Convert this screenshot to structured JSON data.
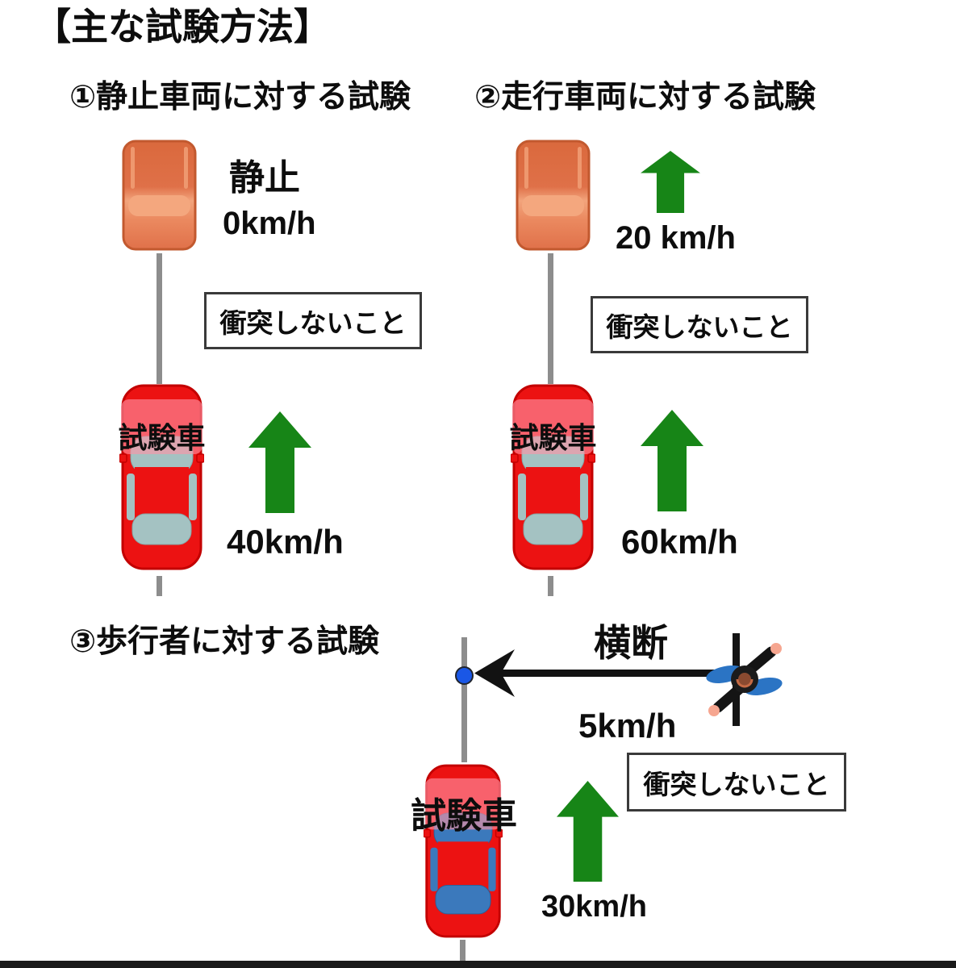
{
  "title": "【主な試験方法】",
  "sections": [
    {
      "heading": "①静止車両に対する試験",
      "target_state_label": "静止",
      "target_speed": "0km/h",
      "note": "衝突しないこと",
      "test_car_label": "試験車",
      "test_speed": "40km/h"
    },
    {
      "heading": "②走行車両に対する試験",
      "target_speed": "20 km/h",
      "note": "衝突しないこと",
      "test_car_label": "試験車",
      "test_speed": "60km/h"
    },
    {
      "heading": "③歩行者に対する試験",
      "crossing_label": "横断",
      "pedestrian_speed": "5km/h",
      "note": "衝突しないこと",
      "test_car_label": "試験車",
      "test_speed": "30km/h"
    }
  ],
  "icons": {
    "target_vehicle": "car-rear-icon",
    "test_vehicle": "car-top-icon",
    "pedestrian": "pedestrian-top-icon",
    "motion_up": "green-up-arrow-icon",
    "crossing": "black-left-arrow-icon",
    "contact_point": "blue-dot-icon"
  },
  "colors": {
    "arrow_green": "#178517",
    "target_car_orange": "#e0714a",
    "test_car_red": "#ec1212",
    "test_car_window_teal": "#a4c2c2",
    "test_car_window_blue": "#3b79bc",
    "label_band_pink": "#ff93a5",
    "path_line_gray": "#8d8d8d",
    "contact_dot_blue": "#1a57e6",
    "note_border": "#3a3a3a",
    "text": "#0d0d0d"
  }
}
